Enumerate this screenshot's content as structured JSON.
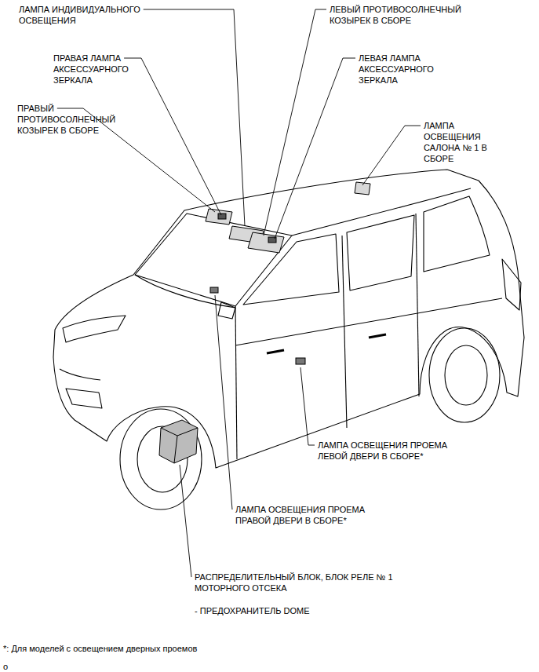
{
  "diagram": {
    "labels": [
      "ЛАМПА ИНДИВИДУАЛЬНОГО ОСВЕЩЕНИЯ",
      "ЛЕВЫЙ ПРОТИВОСОЛНЕЧНЫЙ КОЗЫРЕК В СБОРЕ",
      "ПРАВАЯ ЛАМПА АКСЕССУАРНОГО ЗЕРКАЛА",
      "ЛЕВАЯ ЛАМПА АКСЕССУАРНОГО ЗЕРКАЛА",
      "ПРАВЫЙ ПРОТИВОСОЛНЕЧНЫЙ КОЗЫРЕК В СБОРЕ",
      "ЛАМПА ОСВЕЩЕНИЯ САЛОНА № 1 В СБОРЕ",
      "ЛАМПА ОСВЕЩЕНИЯ ПРОЕМА ЛЕВОЙ ДВЕРИ В СБОРЕ*",
      "ЛАМПА ОСВЕЩЕНИЯ ПРОЕМА ПРАВОЙ ДВЕРИ В СБОРЕ*",
      "РАСПРЕДЕЛИТЕЛЬНЫЙ БЛОК, БЛОК РЕЛЕ № 1 МОТОРНОГО ОТСЕКА",
      "- ПРЕДОХРАНИТЕЛЬ DOME",
      "*: Для моделей с освещением дверных проемов",
      "o"
    ]
  }
}
